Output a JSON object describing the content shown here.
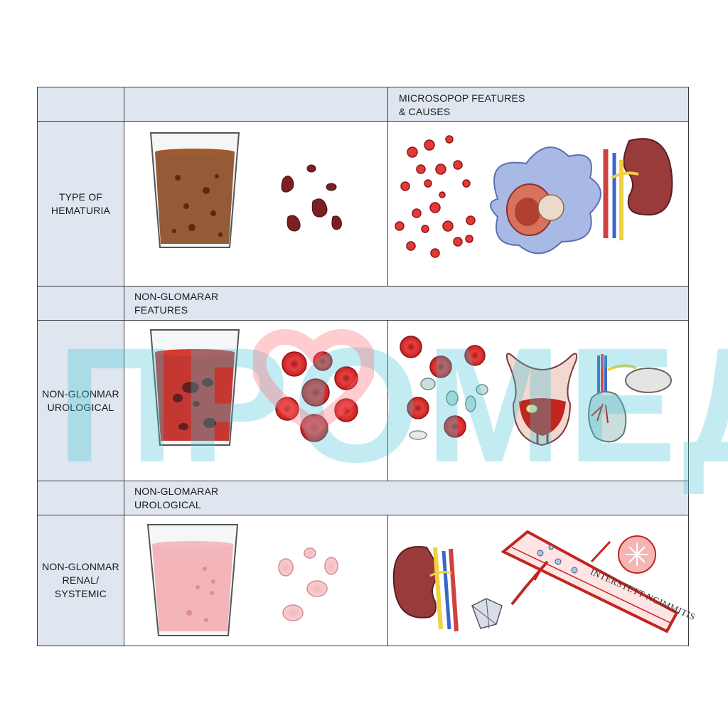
{
  "header": {
    "corner": "",
    "col1": "",
    "col2_line1": "MICROSOPOP FEATURES",
    "col2_line2": "& CAUSES"
  },
  "rows": [
    {
      "label_line1": "TYPE OF",
      "label_line2": "HEMATURIA",
      "urine_color": "#8a4a23"
    },
    {
      "label_line1": "NON-GLONMAR",
      "label_line2": "UROLOGICAL",
      "urine_color": "#c0261f"
    },
    {
      "label_line1": "NON-GLONMAR",
      "label_line2": "RENAL/",
      "label_line3": "SYSTEMIC",
      "urine_color": "#f2a9ae"
    }
  ],
  "sections": [
    {
      "line1": "NON-GLOMARAR",
      "line2": "FEATURES"
    },
    {
      "line1": "NON-GLOMARAR",
      "line2": "UROLOGICAL"
    }
  ],
  "vessel_label": "INTERSTETT NGIMMITIS",
  "watermark": "ПРОМЕД",
  "colors": {
    "band": "#dfe6f0",
    "border": "#3a3a3a",
    "rbc": "#d8282a",
    "watermark": "#40c4d6"
  }
}
